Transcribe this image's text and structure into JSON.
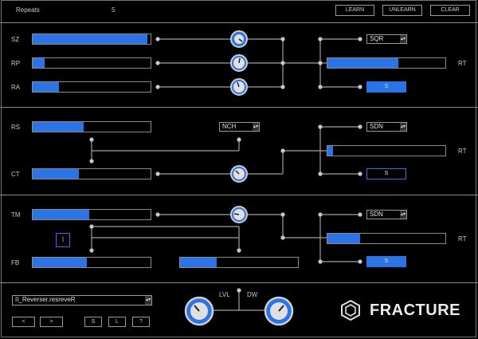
{
  "header": {
    "repeats_label": "Repeats",
    "repeats_value": "5",
    "learn": "LEARN",
    "unlearn": "UNLEARN",
    "clear": "CLEAR"
  },
  "section1": {
    "sz": {
      "label": "SZ",
      "value": 0.97
    },
    "rp": {
      "label": "RP",
      "value": 0.1
    },
    "ra": {
      "label": "RA",
      "value": 0.22
    },
    "shape": "SQR",
    "rt": {
      "label": "RT",
      "value": 0.6
    },
    "s_button": "S"
  },
  "section2": {
    "rs": {
      "label": "RS",
      "value": 0.43
    },
    "ct": {
      "label": "CT",
      "value": 0.39
    },
    "filter": "NCH",
    "shape": "SDN",
    "rt": {
      "label": "RT",
      "value": 0.05
    },
    "s_button": "S"
  },
  "section3": {
    "tm": {
      "label": "TM",
      "value": 0.48
    },
    "fb": {
      "label": "FB",
      "value": 0.46
    },
    "lock_button": "|",
    "mid": {
      "value": 0.31
    },
    "shape": "SDN",
    "rt": {
      "label": "RT",
      "value": 0.28
    },
    "s_button": "S"
  },
  "footer": {
    "preset": "II_Reverser.resreveR",
    "prev": "<",
    "next": ">",
    "save": "S",
    "load": "L",
    "help": "?",
    "lvl_label": "LVL",
    "dw_label": "DW",
    "logo": "FRACTURE"
  },
  "colors": {
    "accent": "#2a74e8",
    "wire": "#a0a0a0",
    "border": "#8a8a8a"
  }
}
